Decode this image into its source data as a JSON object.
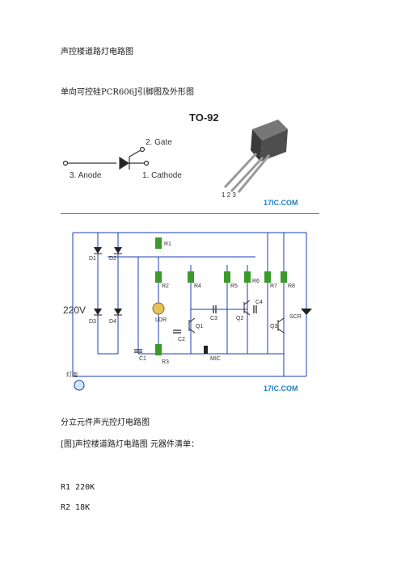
{
  "doc": {
    "title": "声控楼道路灯电路图",
    "pinout_heading": "单向可控硅PCR606J引脚图及外形图",
    "caption": "分立元件声光控灯电路图",
    "bom_heading": "[图]声控楼道路灯电路图  元器件清单：",
    "bom": [
      "R1 220K",
      "R2 18K"
    ]
  },
  "pinout_figure": {
    "package": "TO-92",
    "gate": "2. Gate",
    "anode": "3. Anode",
    "cathode": "1. Cathode",
    "pin_numbers": "1 2 3",
    "watermark": "17IC.COM"
  },
  "circuit_figure": {
    "voltage": "220V",
    "lamp": "灯泡",
    "labels": {
      "d1": "D1",
      "d2": "D2",
      "d3": "D3",
      "d4": "D4",
      "r1": "R1",
      "r2": "R2",
      "r3": "R3",
      "r4": "R4",
      "r5": "R5",
      "r6": "R6",
      "r7": "R7",
      "r8": "R8",
      "ldr": "LDR",
      "c1": "C1",
      "c2": "C2",
      "c3": "C3",
      "c4": "C4",
      "q1": "Q1",
      "q2": "Q2",
      "q3": "Q3",
      "mic": "MIC",
      "scr": "SCR"
    },
    "watermark": "17IC.COM"
  },
  "colors": {
    "resistor": "#3a9a2a",
    "wire": "#1a3fb0",
    "text": "#333333"
  }
}
